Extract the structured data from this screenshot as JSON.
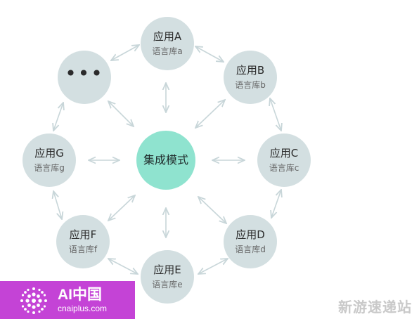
{
  "nodes": {
    "center": {
      "title": "集成模式"
    },
    "app_a": {
      "title": "应用A",
      "sub": "语言库a"
    },
    "app_b": {
      "title": "应用B",
      "sub": "语言库b"
    },
    "app_c": {
      "title": "应用C",
      "sub": "语言库c"
    },
    "app_d": {
      "title": "应用D",
      "sub": "语言库d"
    },
    "app_e": {
      "title": "应用E",
      "sub": "语言库e"
    },
    "app_f": {
      "title": "应用F",
      "sub": "语言库f"
    },
    "app_g": {
      "title": "应用G",
      "sub": "语言库g"
    },
    "more": {
      "title": "•••"
    }
  },
  "logo": {
    "name": "AI中国",
    "url": "cnaiplus.com"
  },
  "watermark": "新游速递站",
  "colors": {
    "node_fill": "#d3dfe1",
    "center_fill": "#8fe3cf",
    "arrow": "#c8d6d9",
    "logo_band": "#c443d6"
  }
}
